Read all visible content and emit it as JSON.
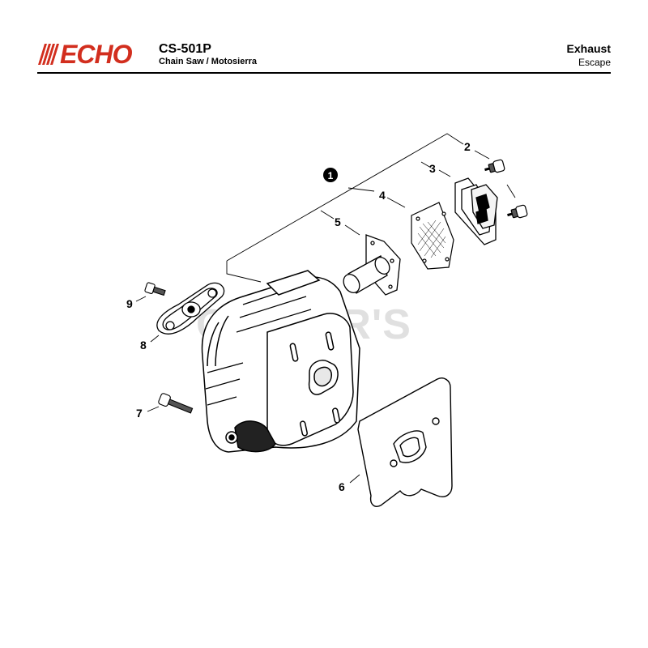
{
  "header": {
    "brand": "ECHO",
    "model": "CS-501P",
    "product": "Chain Saw / Motosierra",
    "section_title": "Exhaust",
    "section_subtitle": "Escape"
  },
  "watermark": "CUTLER'S",
  "callouts": {
    "c1": "1",
    "c2": "2",
    "c3": "3",
    "c4": "4",
    "c5": "5",
    "c6": "6",
    "c7": "7",
    "c8": "8",
    "c9": "9"
  },
  "colors": {
    "brand": "#d22e1e",
    "line": "#000000",
    "watermark": "#d9d9d9"
  }
}
